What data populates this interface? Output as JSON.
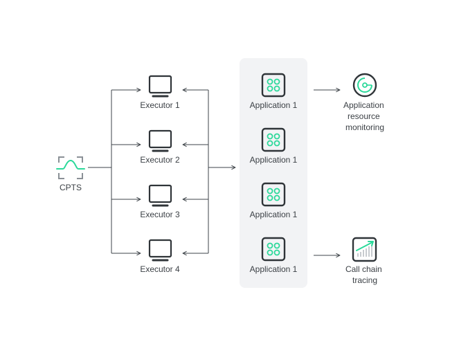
{
  "source": {
    "label": "CPTS",
    "icon": "cpts-waveform-icon"
  },
  "executors": [
    {
      "label": "Executor 1",
      "icon": "monitor-icon"
    },
    {
      "label": "Executor 2",
      "icon": "monitor-icon"
    },
    {
      "label": "Executor 3",
      "icon": "monitor-icon"
    },
    {
      "label": "Executor 4",
      "icon": "monitor-icon"
    }
  ],
  "applications": [
    {
      "label": "Application 1",
      "icon": "app-grid-icon"
    },
    {
      "label": "Application 1",
      "icon": "app-grid-icon"
    },
    {
      "label": "Application 1",
      "icon": "app-grid-icon"
    },
    {
      "label": "Application 1",
      "icon": "app-grid-icon"
    }
  ],
  "outputs": {
    "monitoring": {
      "lines": [
        "Application",
        "resource",
        "monitoring"
      ],
      "icon": "gauge-icon"
    },
    "tracing": {
      "lines": [
        "Call chain",
        "tracing"
      ],
      "icon": "trend-chart-icon"
    }
  },
  "colors": {
    "accent": "#2bd99a",
    "stroke": "#2f3438",
    "line": "#3d4348",
    "panel": "#f2f3f5"
  }
}
